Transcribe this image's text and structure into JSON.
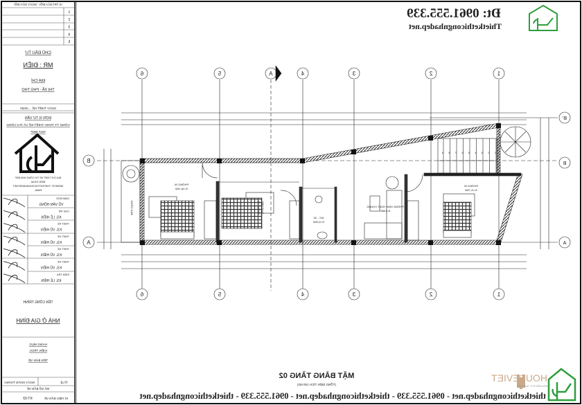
{
  "mirrored": true,
  "header": {
    "phone": "Đt: 0961.555.339",
    "website": "Thietkethicongnhadep.net",
    "logo_color": "#2e9e3c"
  },
  "title_block": {
    "top_caption": "VỊ TRÍ SỬA ĐỔI - NGÀY SỬA ĐỔI",
    "revisions": [
      "1",
      "2",
      "3",
      "4",
      "5"
    ],
    "owner_label": "CHỦ ĐẦU TƯ",
    "owner_name": "MR : ĐIỆN",
    "address_label": "ĐỊA CHỈ",
    "address": "THỊ XÃ - PHÚ THỌ",
    "date_row": "NGÀY THIẾT KẾ: .../2020",
    "consultant_label": "ĐƠN VỊ TƯ VẤN",
    "company": "CÔNG TY TNHH THIẾT KẾ VÀ THI CÔNG",
    "company_sub": "NHÀ ĐẸP",
    "company_lines": [
      "ĐỊA CHỈ: THIẾT KẾ THI CÔNG NHÀ ĐẸP",
      "ĐIỆN THOẠI",
      "WEBSITE: THIETKETHICONGNHADEP.NET",
      "EMAIL"
    ],
    "signatures": [
      {
        "role": "GIÁM ĐỐC",
        "name": "VŨ VĂN HỒNG"
      },
      {
        "role": "CHỦ TRÌ",
        "name": "KS. LÊ HIỀN"
      },
      {
        "role": "THIẾT KẾ",
        "name": "KS. VŨ HIỀN"
      },
      {
        "role": "THIẾT KẾ",
        "name": "KS. VŨ HIỀN"
      },
      {
        "role": "THIẾT KẾ",
        "name": "KS. VŨ HIỀN"
      },
      {
        "role": "THIẾT KẾ",
        "name": "KS. VŨ HIỀN"
      },
      {
        "role": "KIỂM TRA",
        "name": "KS. LÊ HIỀN"
      }
    ],
    "project_label": "TÊN CÔNG TRÌNH",
    "project_name": "NHÀ Ở GIA ĐÌNH",
    "category_label": "HẠNG MỤC",
    "category": "KIẾN TRÚC",
    "drawing_label": "TÊN BẢN VẼ",
    "scale_label": "TỈ LỆ",
    "date_label": "NGÀY HOÀN THÀNH",
    "sheet_label": "KÍ HIỆU BẢN VẼ",
    "sheet_code": "KT-03",
    "code_row": "MÃ SỐ BẢN VẼ"
  },
  "plan": {
    "grid_top": [
      "6",
      "5",
      "A",
      "4",
      "3",
      "2",
      "1"
    ],
    "grid_bottom": [
      "6",
      "5",
      "4",
      "3",
      "2",
      "1"
    ],
    "grid_left": [
      "B",
      "A"
    ],
    "grid_right": [
      "B'",
      "B",
      "A"
    ],
    "rooms": [
      {
        "name": "BAN CÔNG",
        "area": ""
      },
      {
        "name": "PHÒNG 04",
        "area": "S=16,1M2"
      },
      {
        "name": "PHÒNG 03",
        "area": "S=12,5M2"
      },
      {
        "name": "WC - 03",
        "area": "S=3,2M2"
      },
      {
        "name": "PHÒNG SINH HOẠT CHUNG",
        "area": "S=13M2"
      },
      {
        "name": "PHÒNG 02",
        "area": "S=11,7M2"
      }
    ],
    "stair_steps": [
      "1",
      "2",
      "3",
      "4",
      "5",
      "6",
      "7",
      "8",
      "9"
    ],
    "line_color": "#222222"
  },
  "drawing_title": {
    "title": "MẶT BẰNG TẦNG 02",
    "subtitle": "(TỔNG DIỆN TÍCH 100 M2)"
  },
  "footer": {
    "watermark": "thietkethicongnhadep.net - 0961.555.339 - thietkethicongnhadep.net - 0961.555.339 - thietkethicongnhadep.net",
    "brand": "HOUSEVIET",
    "brand_tagline": "BẢN MIỄN PHÍ - NHÀ ĐẸP",
    "brand_color": "#c9a98a"
  }
}
